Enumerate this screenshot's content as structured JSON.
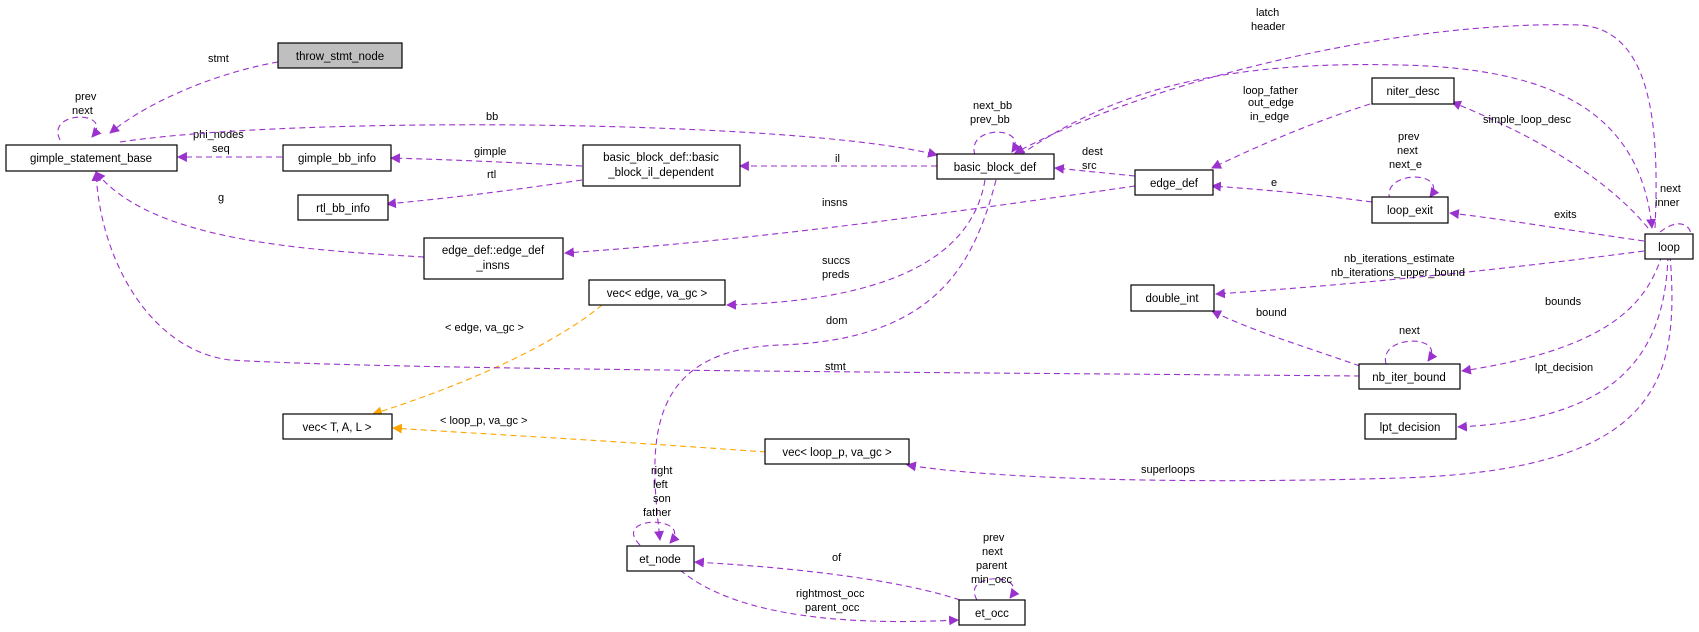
{
  "nodes": {
    "throw_stmt_node": "throw_stmt_node",
    "gimple_statement_base": "gimple_statement_base",
    "gimple_bb_info": "gimple_bb_info",
    "rtl_bb_info": "rtl_bb_info",
    "basic_block_il_dependent_l1": "basic_block_def::basic",
    "basic_block_il_dependent_l2": "_block_il_dependent",
    "basic_block_def": "basic_block_def",
    "edge_def": "edge_def",
    "niter_desc": "niter_desc",
    "loop_exit": "loop_exit",
    "loop": "loop",
    "edge_def_insns_l1": "edge_def::edge_def",
    "edge_def_insns_l2": "_insns",
    "vec_edge": "vec< edge, va_gc >",
    "double_int": "double_int",
    "nb_iter_bound": "nb_iter_bound",
    "lpt_decision": "lpt_decision",
    "vec_T": "vec< T, A, L >",
    "vec_loop_p": "vec< loop_p, va_gc >",
    "et_node": "et_node",
    "et_occ": "et_occ"
  },
  "edge_labels": {
    "stmt_throw": "stmt",
    "gsb_self_1": "prev",
    "gsb_self_2": "next",
    "phi_1": "phi_nodes",
    "phi_2": "seq",
    "bb": "bb",
    "gimple": "gimple",
    "rtl": "rtl",
    "g": "g",
    "il": "il",
    "bbd_self_1": "next_bb",
    "bbd_self_2": "prev_bb",
    "latch": "latch",
    "header": "header",
    "loop_father": "loop_father",
    "dest": "dest",
    "src": "src",
    "out_edge": "out_edge",
    "in_edge": "in_edge",
    "simple_loop_desc": "simple_loop_desc",
    "lx_self_1": "prev",
    "lx_self_2": "next",
    "lx_self_3": "next_e",
    "e": "e",
    "loop_self_1": "next",
    "loop_self_2": "inner",
    "exits": "exits",
    "insns": "insns",
    "succs": "succs",
    "preds": "preds",
    "nb_est": "nb_iterations_estimate",
    "nb_upper": "nb_iterations_upper_bound",
    "bound": "bound",
    "nib_self": "next",
    "bounds": "bounds",
    "dom": "dom",
    "tmpl_edge": "< edge, va_gc >",
    "stmt_nib": "stmt",
    "lpt_decision": "lpt_decision",
    "tmpl_loop_p": "< loop_p, va_gc >",
    "superloops": "superloops",
    "et_self_1": "right",
    "et_self_2": "left",
    "et_self_3": "son",
    "et_self_4": "father",
    "of": "of",
    "eo_self_1": "prev",
    "eo_self_2": "next",
    "eo_self_3": "parent",
    "eo_self_4": "min_occ",
    "rightmost_occ": "rightmost_occ",
    "parent_occ": "parent_occ"
  },
  "colors": {
    "member_edge": "#9a32cd",
    "template_edge": "#ffa500",
    "highlight_node": "#bfbfbf"
  }
}
